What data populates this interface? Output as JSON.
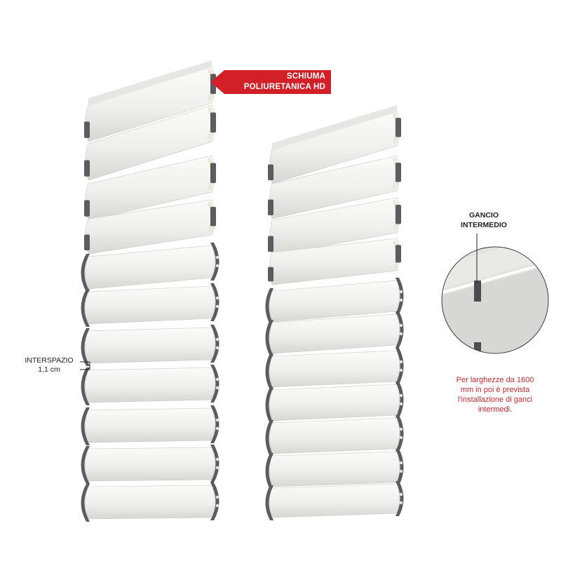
{
  "callout_foam": {
    "lines": [
      "SCHIUMA",
      "POLIURETANICA HD"
    ],
    "color": "#d32028"
  },
  "gap_label": {
    "lines": [
      "INTERSPAZIO",
      "1,1 cm"
    ]
  },
  "hook_label": {
    "lines": [
      "GANCIO",
      "INTERMEDIO"
    ]
  },
  "hook_note": {
    "lines": [
      "Per larghezze da 1600",
      "mm in poi è prevista",
      "l'installazione di ganci",
      "intermedi."
    ],
    "color": "#d0262c"
  },
  "colors": {
    "slat": "#efefed",
    "slat_shadow": "#d9d9d6",
    "foam": "#ebe6d6",
    "hook": "#5a5c60",
    "hook_dark": "#3c3e42"
  }
}
